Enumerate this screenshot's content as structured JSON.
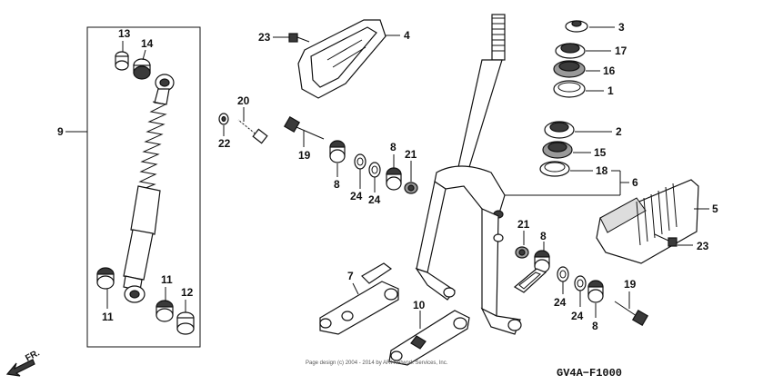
{
  "diagram_code": "GV4A−F1000",
  "copyright": "Page design (c) 2004 - 2014 by ARI Network Services, Inc.",
  "front_marker": "FR.",
  "callouts": {
    "c13": "13",
    "c14": "14",
    "c9": "9",
    "c11a": "11",
    "c11b": "11",
    "c12": "12",
    "c23a": "23",
    "c4": "4",
    "c20": "20",
    "c22": "22",
    "c19a": "19",
    "c8a": "8",
    "c8b": "8",
    "c24a": "24",
    "c24b": "24",
    "c21a": "21",
    "c3": "3",
    "c17": "17",
    "c16": "16",
    "c1": "1",
    "c2": "2",
    "c15": "15",
    "c18": "18",
    "c6": "6",
    "c5": "5",
    "c23b": "23",
    "c21b": "21",
    "c8c": "8",
    "c8d": "8",
    "c24c": "24",
    "c24d": "24",
    "c19b": "19",
    "c7": "7",
    "c10": "10"
  }
}
